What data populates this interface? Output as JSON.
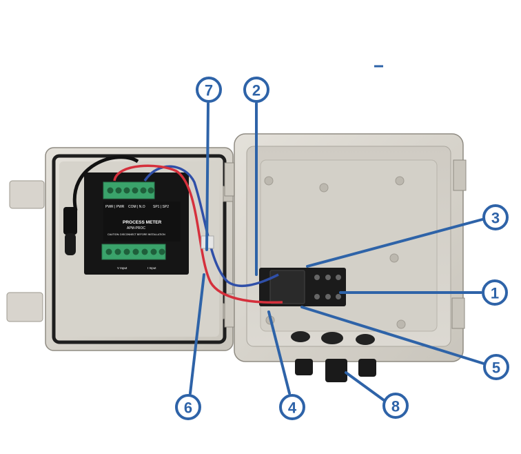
{
  "colors": {
    "callout": "#2e63a8",
    "enclosure": "#d9d6cf",
    "enclosure_shadow": "#bdb9b0",
    "gasket": "#1e1e1e",
    "meter_body": "#151515",
    "terminal": "#3aa36b",
    "wire_red": "#d5303c",
    "wire_blue": "#2f4fa8",
    "wire_black": "#111111"
  },
  "device": {
    "meter_label": "PROCESS METER",
    "model_label": "APM-PROC",
    "terminal_header_left": "PWR | PWR",
    "terminal_header_mid": "COM | N.O",
    "terminal_header_right": "SP1 | SP2",
    "caution_text": "CAUTION: DISCONNECT BEFORE INSTALLATION",
    "input_label_left": "V Input",
    "input_label_right": "I Input"
  },
  "callouts": [
    {
      "id": "1",
      "label": "1"
    },
    {
      "id": "2",
      "label": "2"
    },
    {
      "id": "3",
      "label": "3"
    },
    {
      "id": "4",
      "label": "4"
    },
    {
      "id": "5",
      "label": "5"
    },
    {
      "id": "6",
      "label": "6"
    },
    {
      "id": "7",
      "label": "7"
    },
    {
      "id": "8",
      "label": "8"
    }
  ]
}
